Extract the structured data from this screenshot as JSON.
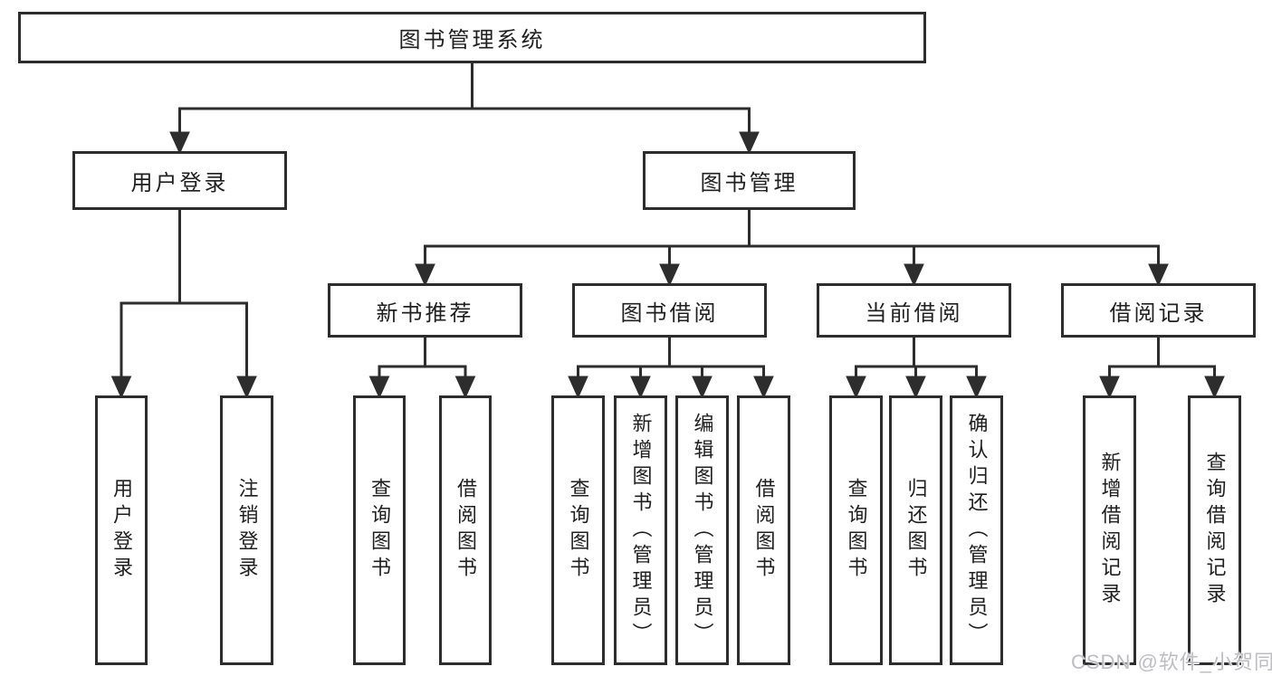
{
  "tree": {
    "root": {
      "label": "图书管理系统"
    },
    "branches": [
      {
        "label": "用户登录",
        "children": [
          {
            "label": "用户登录"
          },
          {
            "label": "注销登录"
          }
        ]
      },
      {
        "label": "图书管理",
        "children": [
          {
            "label": "新书推荐",
            "children": [
              {
                "label": "查询图书"
              },
              {
                "label": "借阅图书"
              }
            ]
          },
          {
            "label": "图书借阅",
            "children": [
              {
                "label": "查询图书"
              },
              {
                "label": "新增图书（管理员）"
              },
              {
                "label": "编辑图书（管理员）"
              },
              {
                "label": "借阅图书"
              }
            ]
          },
          {
            "label": "当前借阅",
            "children": [
              {
                "label": "查询图书"
              },
              {
                "label": "归还图书"
              },
              {
                "label": "确认归还（管理员）"
              }
            ]
          },
          {
            "label": "借阅记录",
            "children": [
              {
                "label": "新增借阅记录"
              },
              {
                "label": "查询借阅记录"
              }
            ]
          }
        ]
      }
    ]
  },
  "watermark": {
    "text": "CSDN @软件_小贺同学"
  },
  "colors": {
    "line": "#2d2d2d",
    "box_border": "#2d2d2d",
    "box_fill": "#ffffff",
    "text": "#1f1f1f",
    "watermark": "#bdbdc2",
    "background": "#ffffff"
  }
}
